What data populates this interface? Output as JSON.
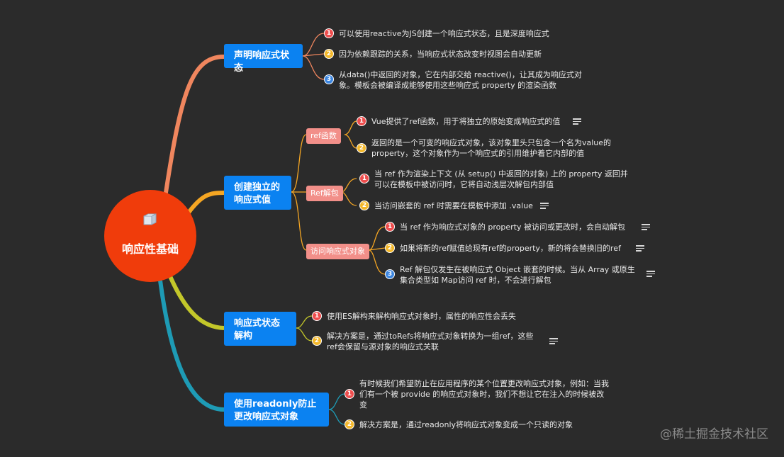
{
  "root": {
    "title": "响应性基础",
    "icon": "cube-icon"
  },
  "branches": [
    {
      "label": "声明响应式状态",
      "items": [
        "可以使用reactive为JS创建一个响应式状态，且是深度响应式",
        "因为依赖跟踪的关系，当响应式状态改变时视图会自动更新",
        "从data()中返回的对象，它在内部交给 reactive()，让其成为响应式对象。模板会被编译成能够使用这些响应式 property 的渲染函数"
      ]
    },
    {
      "label": "创建独立的响应式值",
      "groups": [
        {
          "label": "ref函数",
          "items": [
            "Vue提供了ref函数，用于将独立的原始变成响应式的值",
            "返回的是一个可变的响应式对象，该对象里头只包含一个名为value的property，这个对象作为一个响应式的引用维护着它内部的值"
          ]
        },
        {
          "label": "Ref解包",
          "items": [
            "当 ref 作为渲染上下文 (从 setup() 中返回的对象) 上的 property 返回并可以在模板中被访问时，它将自动浅层次解包内部值",
            "当访问嵌套的 ref 时需要在模板中添加 .value"
          ]
        },
        {
          "label": "访问响应式对象",
          "items": [
            "当 ref 作为响应式对象的 property 被访问或更改时，会自动解包",
            "如果将新的ref赋值给现有ref的property，新的将会替换旧的ref",
            "Ref 解包仅发生在被响应式 Object 嵌套的时候。当从 Array 或原生集合类型如 Map访问 ref 时，不会进行解包"
          ]
        }
      ]
    },
    {
      "label": "响应式状态解构",
      "items": [
        "使用ES解构来解构响应式对象时，属性的响应性会丢失",
        "解决方案是，通过toRefs将响应式对象转换为一组ref，这些ref会保留与源对象的响应式关联"
      ]
    },
    {
      "label": "使用readonly防止更改响应式对象",
      "items": [
        "有时候我们希望防止在应用程序的某个位置更改响应式对象，例如：当我们有一个被 provide 的响应式对象时，我们不想让它在注入的时候被改变",
        "解决方案是，通过readonly将响应式对象变成一个只读的对象"
      ]
    }
  ],
  "colors": {
    "background": "#2b2b2b",
    "root": "#f03c0b",
    "branch": "#0b82f1",
    "sub": "#f28f89",
    "edge1": "#f0865e",
    "edge2": "#f5a623",
    "edge3": "#c3c72a",
    "edge4": "#1e9bb5"
  },
  "watermark": "@稀土掘金技术社区"
}
